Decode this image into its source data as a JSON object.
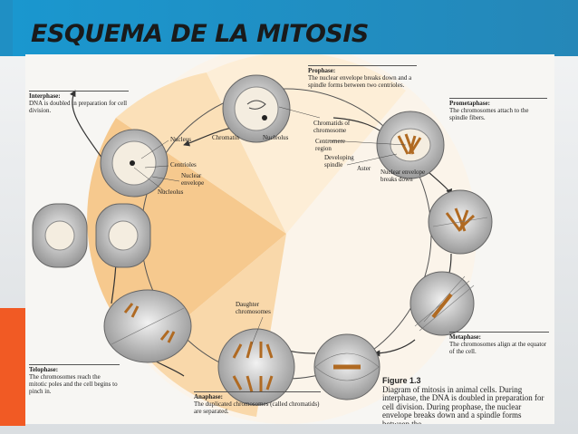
{
  "title": "ESQUEMA DE LA MITOSIS",
  "phases": {
    "interphase": {
      "name": "Interphase:",
      "text": "DNA is doubled in preparation for cell division."
    },
    "prophase": {
      "name": "Prophase:",
      "text": "The nuclear envelope breaks down and a spindle forms between two centrioles."
    },
    "prometaphase": {
      "name": "Prometaphase:",
      "text": "The chromosomes attach to the spindle fibers."
    },
    "metaphase": {
      "name": "Metaphase:",
      "text": "The chromosomes align at the equator of the cell."
    },
    "anaphase": {
      "name": "Anaphase:",
      "text": "The duplicated chromosomes (called chromatids) are separated."
    },
    "telophase": {
      "name": "Telophase:",
      "text": "The chromosomes reach the mitotic poles and the cell begins to pinch in."
    }
  },
  "labels": {
    "nucleus": "Nucleus",
    "centrioles": "Centrioles",
    "nuclear_envelope": "Nuclear envelope",
    "nucleolus": "Nucleolus",
    "chromatin": "Chromatin",
    "nucleolus_top": "Nucleolus",
    "chromatids": "Chromatids of chromosome",
    "centromere": "Centromere region",
    "developing_spindle": "Developing spindle",
    "aster": "Aster",
    "envelope_breaks": "Nuclear envelope breaks down",
    "daughter": "Daughter chromosomes"
  },
  "figure": {
    "number": "Figure 1.3",
    "caption": "Diagram of mitosis in animal cells. During interphase, the DNA is doubled in preparation for cell division. During prophase, the nuclear envelope breaks down and a spindle forms between the"
  },
  "colors": {
    "accent_blue": "#1a97cf",
    "accent_orange": "#f15a24",
    "wedge": "#f6c98e"
  }
}
